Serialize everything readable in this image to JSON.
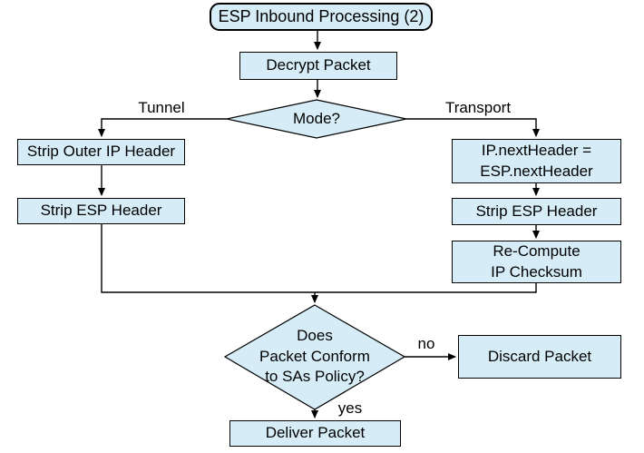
{
  "diagram": {
    "title": "ESP Inbound Processing flowchart",
    "colors": {
      "node_fill": "#d6edf8",
      "node_border": "#000000",
      "line": "#000000",
      "text": "#000000",
      "background": "#ffffff"
    },
    "nodes": {
      "start": {
        "label": "ESP Inbound Processing (2)",
        "type": "terminator"
      },
      "decrypt": {
        "label": "Decrypt Packet",
        "type": "process"
      },
      "mode": {
        "label": "Mode?",
        "type": "decision"
      },
      "strip_outer": {
        "label": "Strip Outer IP Header",
        "type": "process"
      },
      "strip_esp_left": {
        "label": "Strip ESP Header",
        "type": "process"
      },
      "ip_next": {
        "line1": "IP.nextHeader =",
        "line2": "ESP.nextHeader",
        "type": "process"
      },
      "strip_esp_right": {
        "label": "Strip ESP Header",
        "type": "process"
      },
      "recompute": {
        "line1": "Re-Compute",
        "line2": "IP Checksum",
        "type": "process"
      },
      "policy": {
        "line1": "Does",
        "line2": "Packet Conform",
        "line3": "to SAs Policy?",
        "type": "decision"
      },
      "discard": {
        "label": "Discard Packet",
        "type": "process"
      },
      "deliver": {
        "label": "Deliver Packet",
        "type": "process"
      }
    },
    "edge_labels": {
      "tunnel": "Tunnel",
      "transport": "Transport",
      "no": "no",
      "yes": "yes"
    }
  }
}
